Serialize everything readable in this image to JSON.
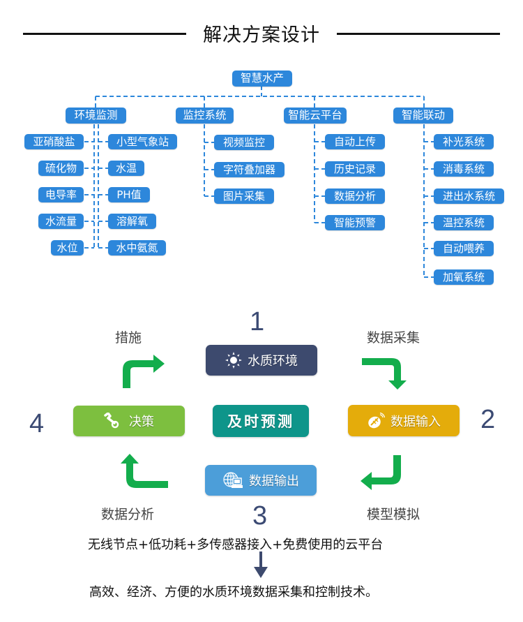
{
  "title": "解决方案设计",
  "tree": {
    "root": "智慧水产",
    "categories": [
      {
        "label": "环境监测",
        "left_items": [
          "亚硝酸盐",
          "硫化物",
          "电导率",
          "水流量",
          "水位"
        ],
        "right_items": [
          "小型气象站",
          "水温",
          "PH值",
          "溶解氧",
          "水中氨氮"
        ]
      },
      {
        "label": "监控系统",
        "items": [
          "视频监控",
          "字符叠加器",
          "图片采集"
        ]
      },
      {
        "label": "智能云平台",
        "items": [
          "自动上传",
          "历史记录",
          "数据分析",
          "智能预警"
        ]
      },
      {
        "label": "智能联动",
        "items": [
          "补光系统",
          "消毒系统",
          "进出水系统",
          "温控系统",
          "自动喂养",
          "加氧系统"
        ]
      }
    ],
    "color": "#2d87db"
  },
  "cycle": {
    "center": "及时预测",
    "steps": [
      {
        "number": "1",
        "label": "水质环境",
        "icon": "sun-icon",
        "color": "#3d4a6e"
      },
      {
        "number": "2",
        "label": "数据输入",
        "icon": "satellite-dish-icon",
        "color": "#e4ac0b"
      },
      {
        "number": "3",
        "label": "数据输出",
        "icon": "globe-computer-icon",
        "color": "#4c9ed9"
      },
      {
        "number": "4",
        "label": "决策",
        "icon": "wrench-icon",
        "color": "#7dbf3f"
      }
    ],
    "transitions": [
      "数据采集",
      "模型模拟",
      "数据分析",
      "措施"
    ],
    "center_color": "#0e958a",
    "arrow_color": "#13ad4c"
  },
  "summary": {
    "line1": "无线节点+低功耗+多传感器接入+免费使用的云平台",
    "line2": "高效、经济、方便的水质环境数据采集和控制技术。"
  }
}
